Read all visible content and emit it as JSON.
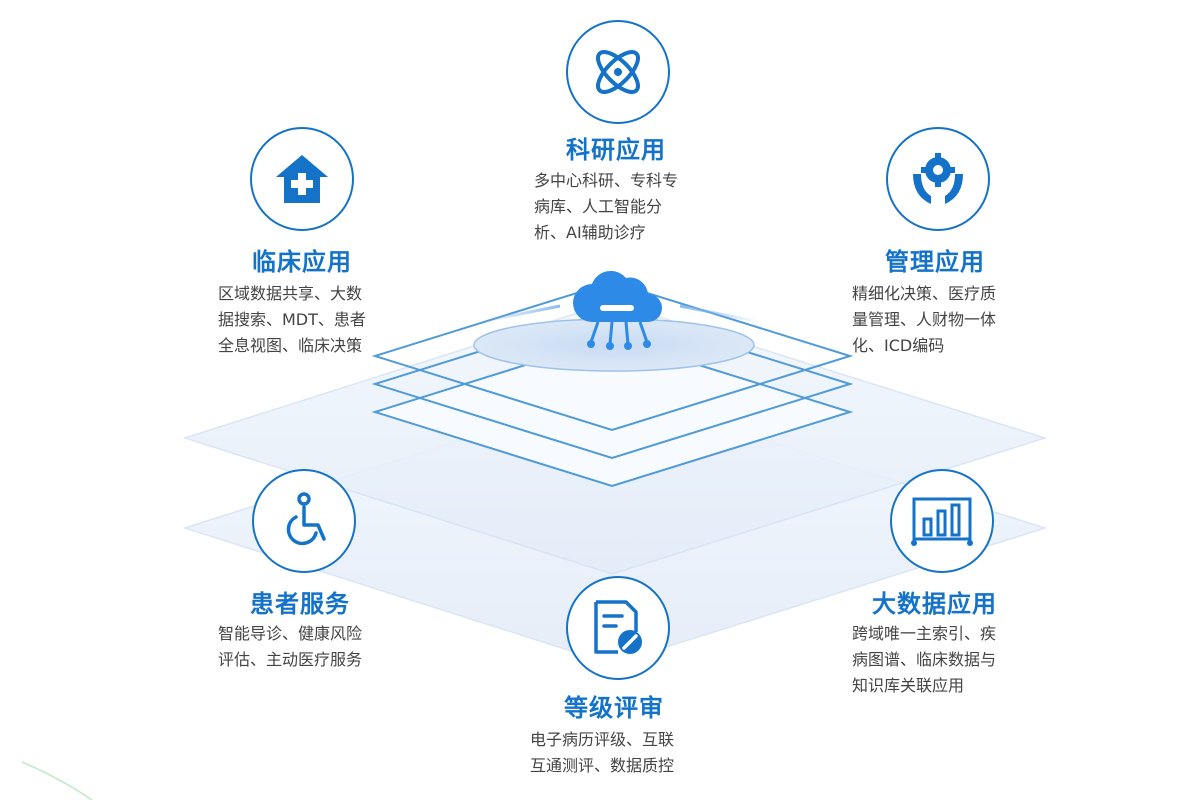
{
  "colors": {
    "accent": "#1473c9",
    "text": "#444444",
    "layer": "#e6eef9"
  },
  "nodes": {
    "research": {
      "icon": "atom-icon",
      "title": "科研应用",
      "lines": [
        "多中心科研、专科专",
        "病库、人工智能分",
        "析、AI辅助诊疗"
      ]
    },
    "clinical": {
      "icon": "hospital-house-icon",
      "title": "临床应用",
      "lines": [
        "区域数据共享、大数",
        "据搜索、MDT、患者",
        "全息视图、临床决策"
      ]
    },
    "management": {
      "icon": "gear-hands-icon",
      "title": "管理应用",
      "lines": [
        "精细化决策、医疗质",
        "量管理、人财物一体",
        "化、ICD编码"
      ]
    },
    "patient": {
      "icon": "wheelchair-icon",
      "title": "患者服务",
      "lines": [
        "智能导诊、健康风险",
        "评估、主动医疗服务"
      ]
    },
    "bigdata": {
      "icon": "bar-chart-icon",
      "title": "大数据应用",
      "lines": [
        "跨域唯一主索引、疾",
        "病图谱、临床数据与",
        "知识库关联应用"
      ]
    },
    "review": {
      "icon": "document-edit-icon",
      "title": "等级评审",
      "lines": [
        "电子病历评级、互联",
        "互通测评、数据质控"
      ]
    },
    "center": {
      "icon": "cloud-chip-icon"
    }
  }
}
